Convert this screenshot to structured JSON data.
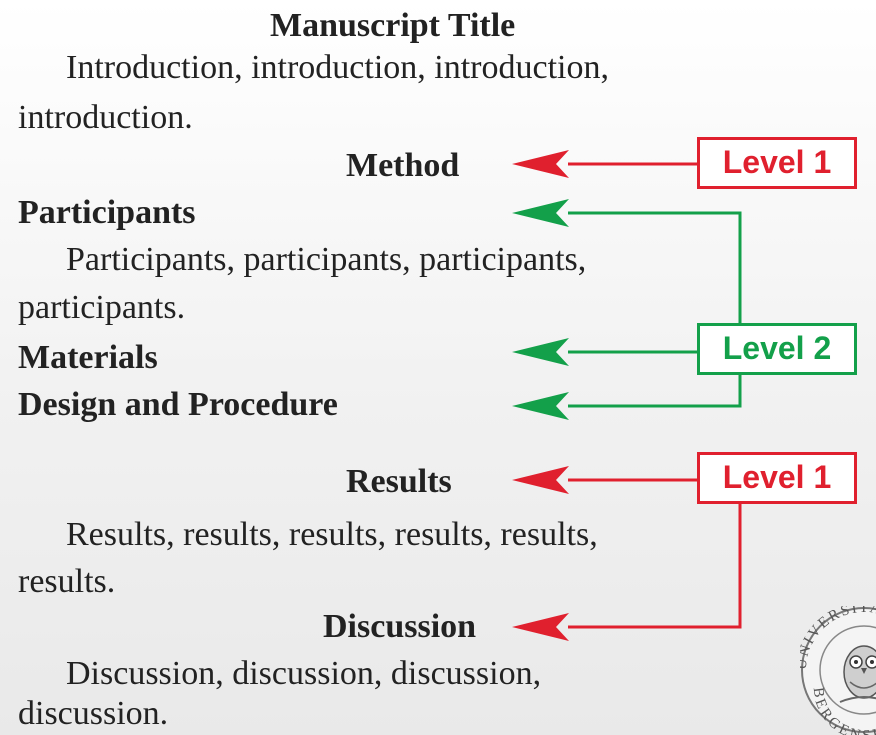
{
  "document": {
    "title": "Manuscript Title",
    "intro_line1": "Introduction, introduction, introduction,",
    "intro_line2": "introduction.",
    "method_heading": "Method",
    "participants_heading": "Participants",
    "participants_line1": "Participants, participants, participants,",
    "participants_line2": "participants.",
    "materials_heading": "Materials",
    "design_heading": "Design and Procedure",
    "results_heading": "Results",
    "results_line1": "Results, results, results, results, results,",
    "results_line2": "results.",
    "discussion_heading": "Discussion",
    "discussion_line1": "Discussion, discussion, discussion,",
    "discussion_line2": "discussion."
  },
  "labels": {
    "level1_top": "Level 1",
    "level2": "Level 2",
    "level1_bottom": "Level 1"
  },
  "seal_text": "UNIVERSITAS BERGENSIS",
  "colors": {
    "level1": "#e0202e",
    "level2": "#13a04a",
    "text": "#222222"
  }
}
